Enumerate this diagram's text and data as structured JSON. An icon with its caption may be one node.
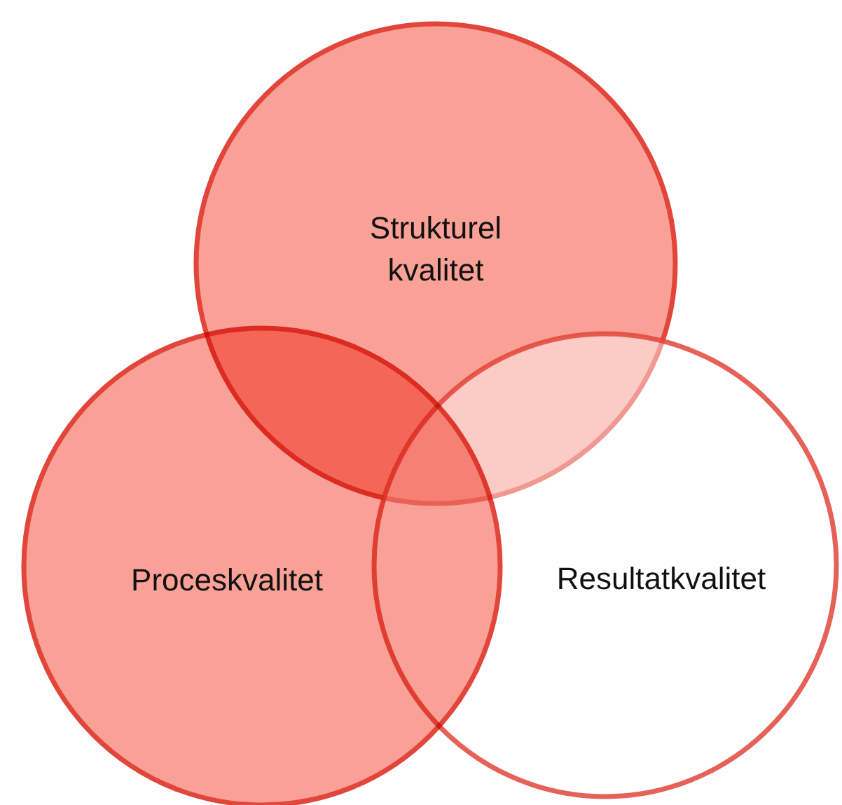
{
  "diagram": {
    "nodes": [
      {
        "text": [
          "Strukturel kvalitet"
        ]
      },
      {
        "text": [
          "Proceskvalitet"
        ]
      },
      {
        "text": [
          "Resultatkvalitet"
        ]
      }
    ]
  }
}
